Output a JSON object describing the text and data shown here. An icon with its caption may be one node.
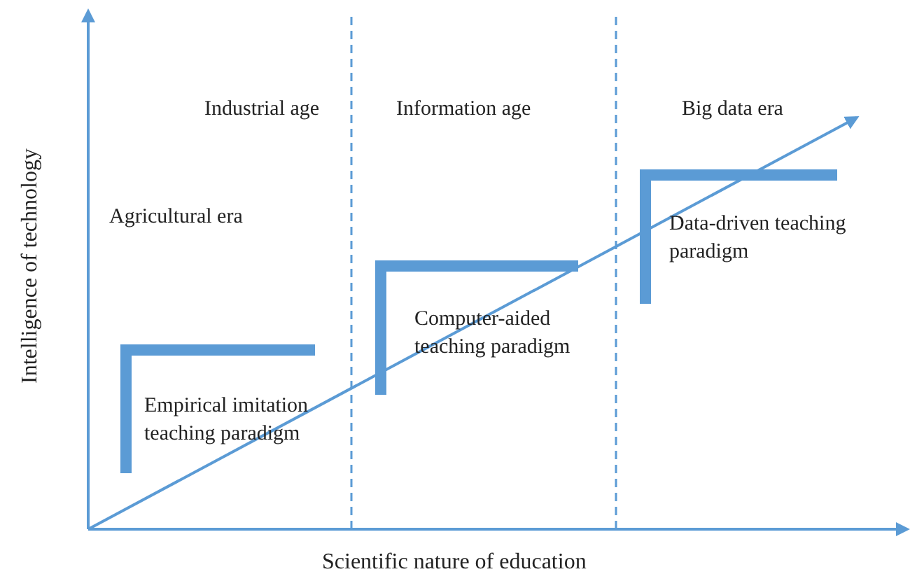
{
  "diagram": {
    "labels": [
      "Industrial age",
      "Information age",
      "Big data era",
      "Agricultural era",
      "Data-driven teaching paradigm",
      "Computer-aided teaching paradigm",
      "Empirical imitation teaching paradigm",
      "Intelligence of technology",
      "Scientific nature of education"
    ]
  }
}
